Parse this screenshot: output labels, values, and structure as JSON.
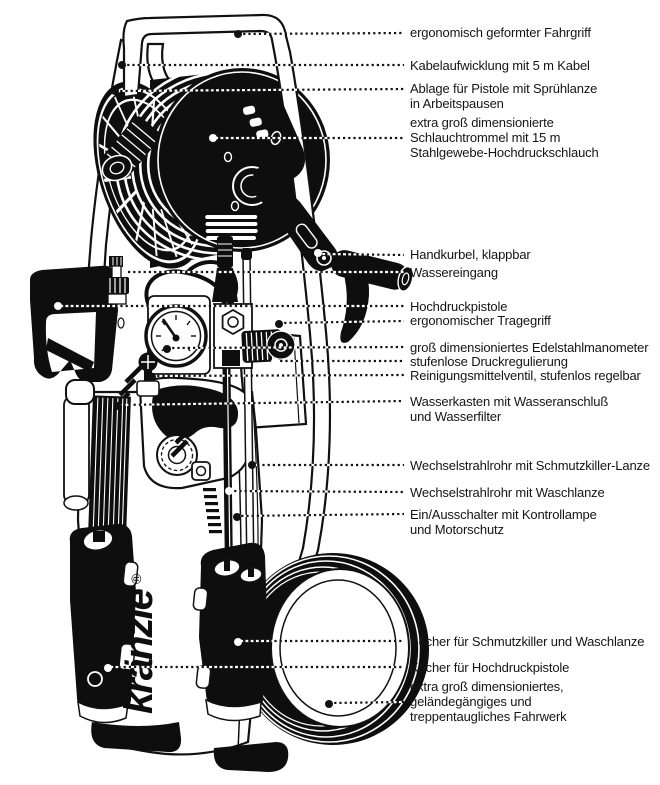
{
  "logo": {
    "brand": "kränzle",
    "registered": "®"
  },
  "colors": {
    "ink": "#111111",
    "paper": "#ffffff"
  },
  "labels": [
    {
      "text": "ergonomisch geformter Fahrgriff"
    },
    {
      "text": "Kabelaufwicklung mit 5 m Kabel"
    },
    {
      "text": "Ablage für Pistole mit Sprühlanze\nin Arbeitspausen"
    },
    {
      "text": "extra groß dimensionierte\nSchlauchtrommel mit 15 m\nStahlgewebe-Hochdruckschlauch"
    },
    {
      "text": "Handkurbel, klappbar"
    },
    {
      "text": "Wassereingang"
    },
    {
      "text": "Hochdruckpistole"
    },
    {
      "text": "ergonomischer Tragegriff"
    },
    {
      "text": "groß dimensioniertes Edelstahlmanometer"
    },
    {
      "text": "stufenlose Druckregulierung"
    },
    {
      "text": "Reinigungsmittelventil, stufenlos regelbar"
    },
    {
      "text": "Wasserkasten mit Wasseranschluß\nund Wasserfilter"
    },
    {
      "text": "Wechselstrahlrohr mit Schmutzkiller-Lanze"
    },
    {
      "text": "Wechselstrahlrohr mit Waschlanze"
    },
    {
      "text": "Ein/Ausschalter mit Kontrollampe\nund Motorschutz"
    },
    {
      "text": "Köcher für Schmutzkiller und Waschlanze"
    },
    {
      "text": "Köcher für Hochdruckpistole"
    },
    {
      "text": "extra groß dimensioniertes,\ngeländegängiges und\ntreppentaugliches Fahrwerk"
    }
  ]
}
